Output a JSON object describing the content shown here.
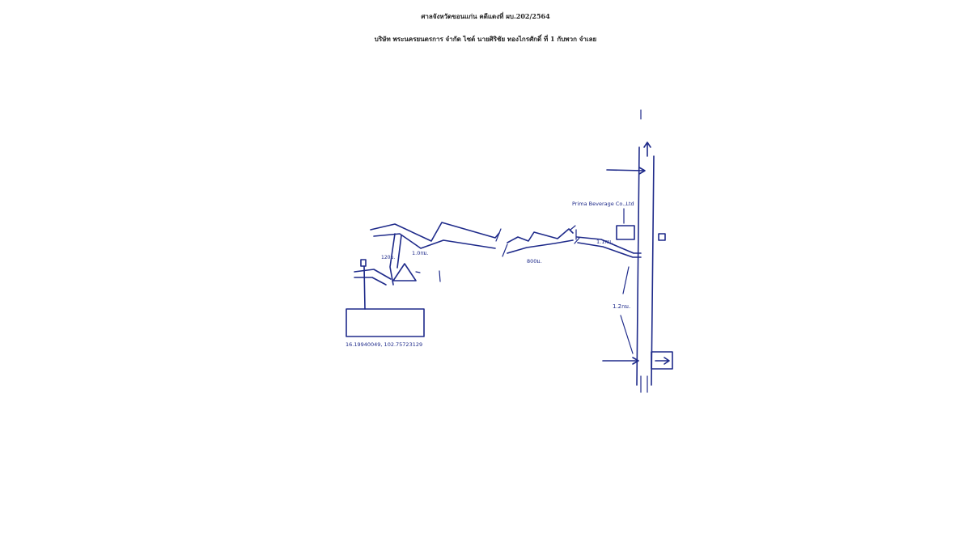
{
  "header": {
    "line1": "ศาลจังหวัดขอนแก่น คดีแดงที่ ผบ.202/2564",
    "line2": "บริษัท พระนครยนตรการ จำกัด ไซต์ นายศิริชัย ทองไกรศักดิ์ ที่ 1 กับพวก จำเลย"
  },
  "labels": {
    "north": "",
    "intersection_top": "",
    "soi_label": "",
    "company": "Prima Beverage Co.,Ltd",
    "dist_1_0": "1.0กม.",
    "dist_800": "800ม.",
    "dist_1_1": "1.1กม.",
    "dist_1_2": "1.2กม.",
    "dist_120": "120ม.",
    "landmark_triangle": "",
    "right_sign": "",
    "left_small": "",
    "box_line1": "",
    "box_line2": "",
    "coordinates": "16.19940049, 102.75723129",
    "factory": "",
    "south": ""
  },
  "colors": {
    "ink": "#1e2a8a",
    "paper": "#ffffff"
  },
  "icons": [
    "north-arrow-icon",
    "arrow-right-icon",
    "triangle-landmark-icon"
  ]
}
